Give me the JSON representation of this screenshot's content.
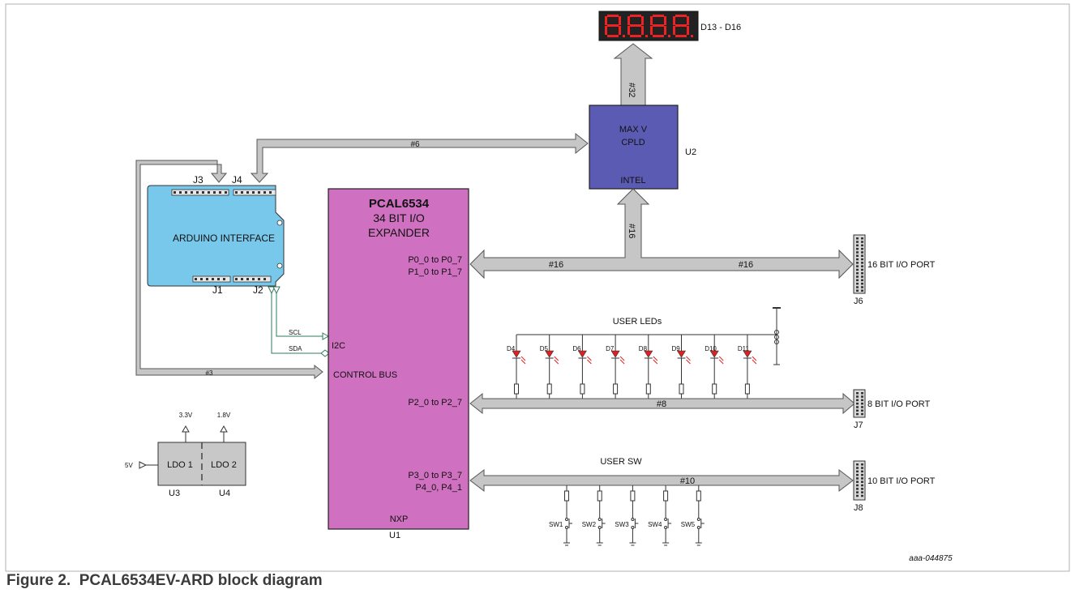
{
  "figure": {
    "caption": "Figure 2.  PCAL6534EV-ARD block diagram",
    "code": "aaa-044875"
  },
  "display": {
    "digits": "8.8.8.8",
    "label": "D13 - D16",
    "bus": "#32"
  },
  "cpld": {
    "line1": "MAX V",
    "line2": "CPLD",
    "maker": "INTEL",
    "ref": "U2",
    "bus_up": "#16"
  },
  "arduino": {
    "label": "ARDUINO INTERFACE",
    "j1": "J1",
    "j2": "J2",
    "j3": "J3",
    "j4": "J4",
    "bus6": "#6",
    "bus3": "#3",
    "scl": "SCL",
    "sda": "SDA"
  },
  "expander": {
    "title": "PCAL6534",
    "line1": "34 BIT I/O",
    "line2": "EXPANDER",
    "p0": "P0_0 to P0_7",
    "p1": "P1_0 to P1_7",
    "i2c": "I2C",
    "control_bus": "CONTROL BUS",
    "p2": "P2_0 to P2_7",
    "p3": "P3_0 to P3_7",
    "p4": "P4_0, P4_1",
    "maker": "NXP",
    "ref": "U1"
  },
  "port16": {
    "bus_left": "#16",
    "bus_right": "#16",
    "label": "16 BIT I/O PORT",
    "ref": "J6"
  },
  "leds": {
    "title": "USER LEDs",
    "names": [
      "D4",
      "D5",
      "D6",
      "D7",
      "D8",
      "D9",
      "D10",
      "D11"
    ],
    "color": "#e02020"
  },
  "port8": {
    "bus": "#8",
    "label": "8 BIT I/O PORT",
    "ref": "J7"
  },
  "switches": {
    "title": "USER SW",
    "names": [
      "SW1",
      "SW2",
      "SW3",
      "SW4",
      "SW5"
    ]
  },
  "port10": {
    "bus": "#10",
    "label": "10 BIT I/O PORT",
    "ref": "J8"
  },
  "power": {
    "v33": "3.3V",
    "v18": "1.8V",
    "v5": "5V",
    "ldo1": "LDO 1",
    "ldo2": "LDO 2",
    "u3": "U3",
    "u4": "U4"
  },
  "colors": {
    "expander": "#d070c0",
    "cpld": "#5b5bb4",
    "arduino": "#77c8ea",
    "bus": "#c6c6c6",
    "ldo": "#c8c8c8",
    "display_bg": "#222222",
    "display_seg": "#ee2222"
  }
}
